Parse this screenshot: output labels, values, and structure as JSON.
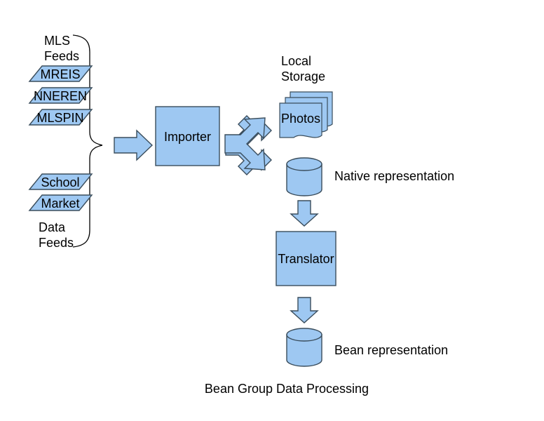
{
  "diagram": {
    "caption": "Bean Group Data Processing",
    "colors": {
      "shape_fill": "#9ec8f2",
      "shape_border": "#3a4d5c",
      "text": "#000000",
      "background": "#ffffff"
    },
    "groups": [
      {
        "id": "mls-feeds",
        "label_line1": "MLS",
        "label_line2": "Feeds"
      },
      {
        "id": "data-feeds",
        "label_line1": "Data",
        "label_line2": "Feeds"
      }
    ],
    "feeds": [
      {
        "id": "mreis",
        "label": "MREIS",
        "group": "mls-feeds"
      },
      {
        "id": "nneren",
        "label": "NNEREN",
        "group": "mls-feeds"
      },
      {
        "id": "mlspin",
        "label": "MLSPIN",
        "group": "mls-feeds"
      },
      {
        "id": "school",
        "label": "School",
        "group": "data-feeds"
      },
      {
        "id": "market",
        "label": "Market",
        "group": "data-feeds"
      }
    ],
    "process_nodes": [
      {
        "id": "importer",
        "label": "Importer"
      },
      {
        "id": "translator",
        "label": "Translator"
      }
    ],
    "storage": {
      "heading_line1": "Local",
      "heading_line2": "Storage",
      "documents_label": "Photos"
    },
    "datastores": [
      {
        "id": "native-db",
        "label": "Native representation"
      },
      {
        "id": "bean-db",
        "label": "Bean representation"
      }
    ],
    "connectors": [
      {
        "id": "feeds-to-importer",
        "type": "block-arrow",
        "direction": "right"
      },
      {
        "id": "importer-split",
        "type": "split-arrow",
        "direction": "right-fork"
      },
      {
        "id": "native-to-translator",
        "type": "block-arrow",
        "direction": "down"
      },
      {
        "id": "translator-to-bean",
        "type": "block-arrow",
        "direction": "down"
      }
    ]
  }
}
